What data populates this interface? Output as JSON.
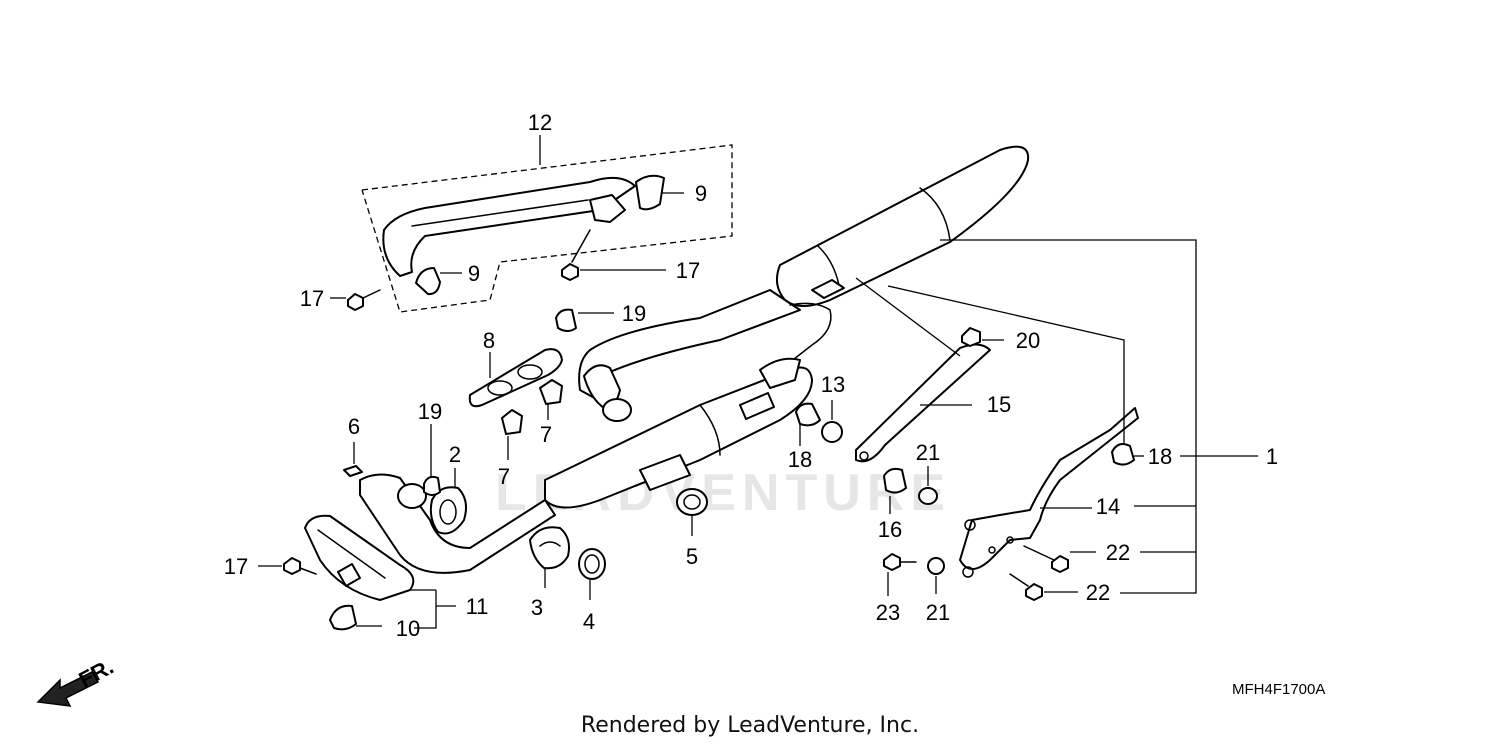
{
  "diagram": {
    "callouts": [
      "1",
      "2",
      "3",
      "4",
      "5",
      "6",
      "7",
      "7",
      "8",
      "9",
      "9",
      "10",
      "11",
      "12",
      "13",
      "14",
      "15",
      "16",
      "17",
      "17",
      "17",
      "18",
      "18",
      "19",
      "19",
      "20",
      "21",
      "21",
      "22",
      "22",
      "23"
    ],
    "diagram_code": "MFH4F1700A",
    "direction_label": "FR.",
    "watermark": "LEADVENTURE"
  },
  "footer": {
    "credit": "Rendered by LeadVenture, Inc."
  }
}
